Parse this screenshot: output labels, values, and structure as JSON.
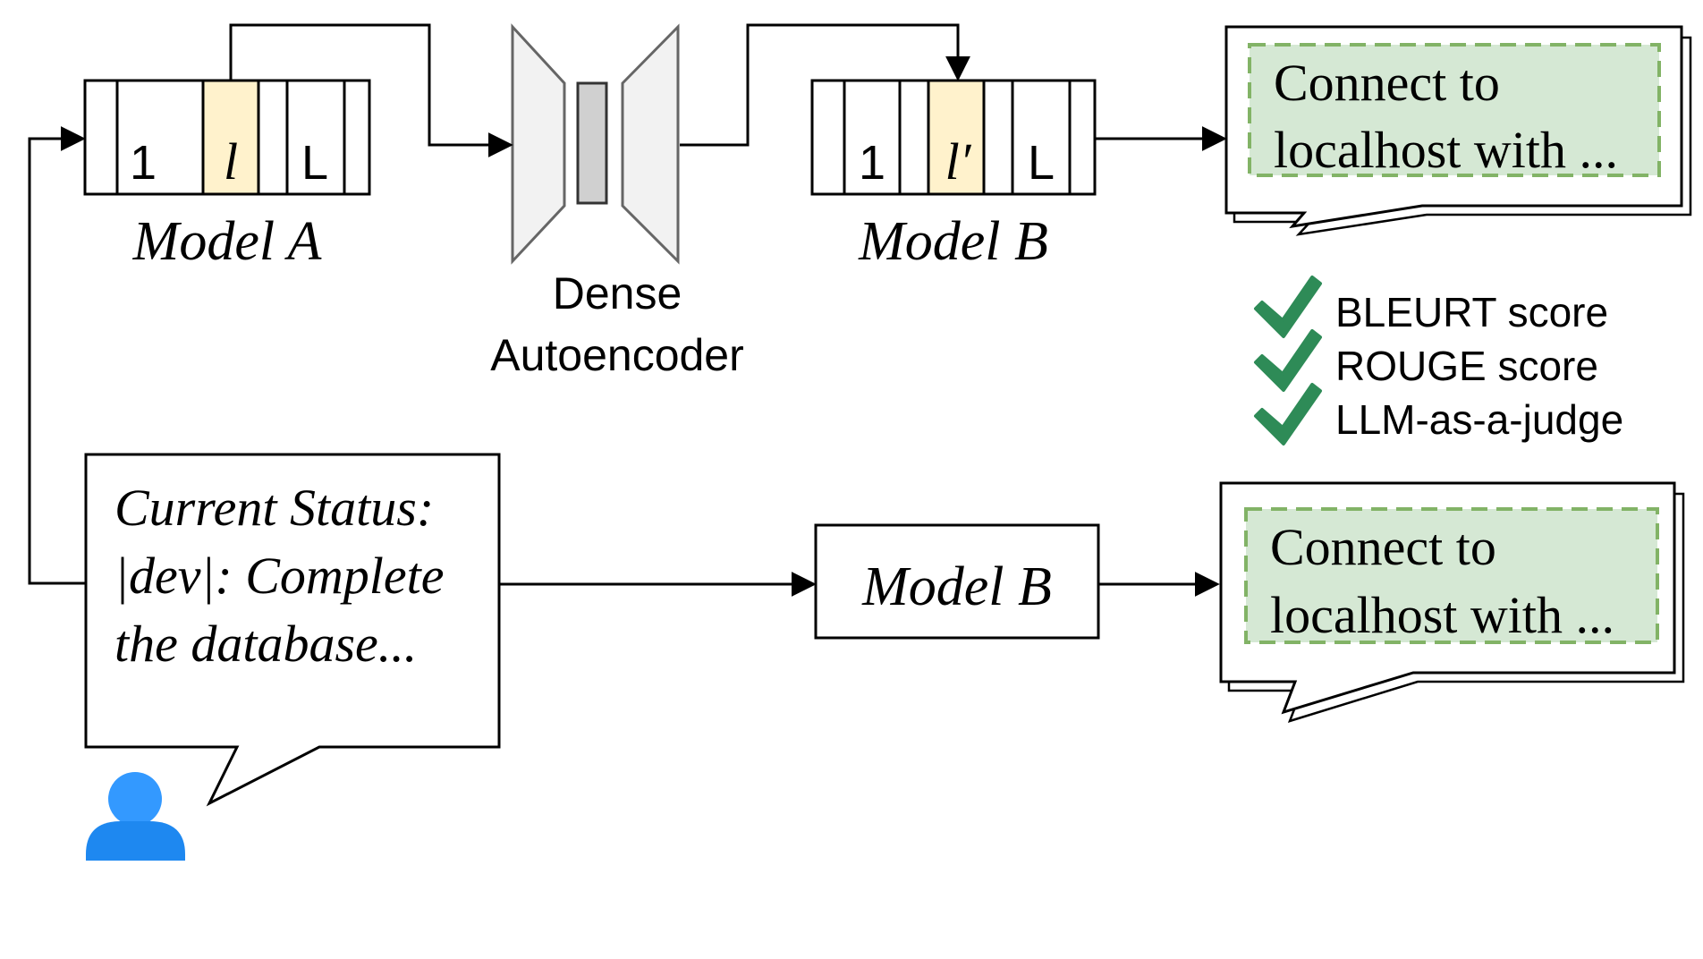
{
  "model_a": {
    "label": "Model A",
    "layer_first": "1",
    "layer_mid": "l",
    "layer_last": "L"
  },
  "model_b_top": {
    "label": "Model B",
    "layer_first": "1",
    "layer_mid": "l′",
    "layer_last": "L"
  },
  "autoencoder": {
    "line1": "Dense",
    "line2": "Autoencoder"
  },
  "output_top": {
    "line1": "Connect to",
    "line2": "localhost with ..."
  },
  "output_bottom": {
    "line1": "Connect to",
    "line2": "localhost with ..."
  },
  "metrics": [
    "BLEURT score",
    "ROUGE score",
    "LLM-as-a-judge"
  ],
  "prompt": {
    "line1": "Current Status:",
    "line2": "|dev|: Complete",
    "line3": "the database..."
  },
  "model_b_bottom": {
    "label": "Model B"
  },
  "icons": {
    "user": "user-icon",
    "check": "checkmark-icon"
  },
  "colors": {
    "highlight_layer": "#FFF2CC",
    "output_fill": "#D5E8D4",
    "output_dash": "#82B366",
    "check": "#2E8B57",
    "user_icon": "#1E90FF",
    "autoencoder_fill": "#F2F2F2",
    "bottleneck_fill": "#D0D0D0"
  }
}
